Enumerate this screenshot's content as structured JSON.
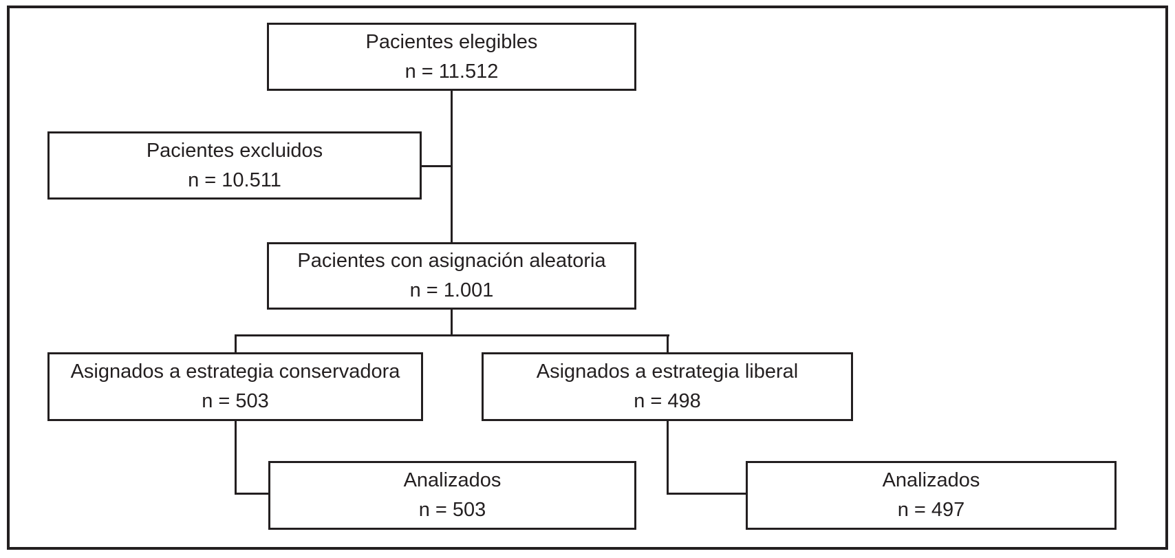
{
  "colors": {
    "line": "#231f20",
    "background": "#ffffff"
  },
  "nodes": {
    "eligible": {
      "label": "Pacientes elegibles",
      "n": "n = 11.512"
    },
    "excluded": {
      "label": "Pacientes excluidos",
      "n": "n = 10.511"
    },
    "randomized": {
      "label": "Pacientes con asignación aleatoria",
      "n": "n = 1.001"
    },
    "conservative": {
      "label": "Asignados a estrategia conservadora",
      "n": "n = 503"
    },
    "liberal": {
      "label": "Asignados a estrategia liberal",
      "n": "n = 498"
    },
    "analyzed_conservative": {
      "label": "Analizados",
      "n": "n = 503"
    },
    "analyzed_liberal": {
      "label": "Analizados",
      "n": "n = 497"
    }
  },
  "edges": [
    {
      "from": "eligible",
      "to": "randomized"
    },
    {
      "from": "eligible",
      "to": "excluded"
    },
    {
      "from": "randomized",
      "to": "conservative"
    },
    {
      "from": "randomized",
      "to": "liberal"
    },
    {
      "from": "conservative",
      "to": "analyzed_conservative"
    },
    {
      "from": "liberal",
      "to": "analyzed_liberal"
    }
  ]
}
